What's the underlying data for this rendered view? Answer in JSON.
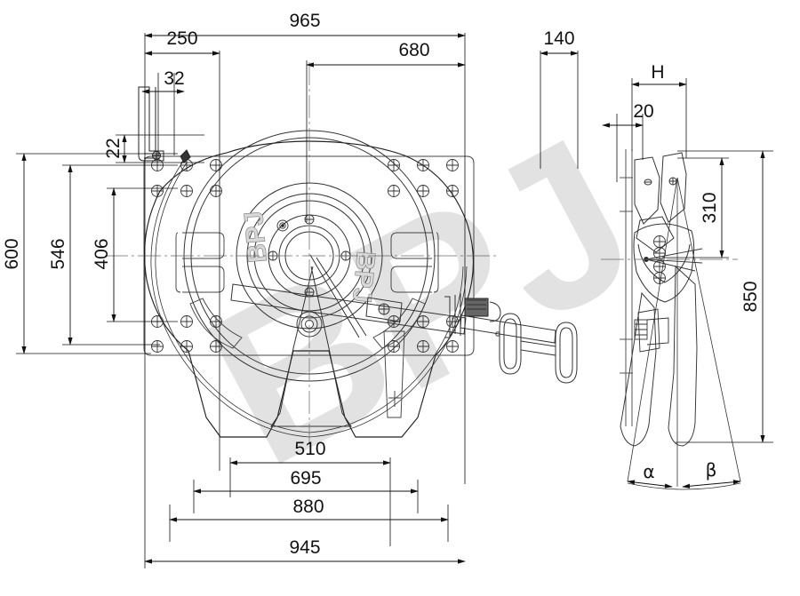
{
  "drawing": {
    "title": "Fifth wheel coupling assembly drawing",
    "watermark": "BPJ",
    "brand_emboss": "BPJ",
    "line_color": "#1a1a1a",
    "thin_line_color": "#555555",
    "watermark_color": "#e2e2e2",
    "background": "#ffffff"
  },
  "views": {
    "top": {
      "name": "top-view",
      "label": ""
    },
    "side": {
      "name": "side-view",
      "label": ""
    }
  },
  "dimensions": {
    "top_view_horizontal": [
      {
        "id": "d965",
        "value": "965"
      },
      {
        "id": "d250",
        "value": "250"
      },
      {
        "id": "d680",
        "value": "680"
      },
      {
        "id": "d140",
        "value": "140"
      },
      {
        "id": "d32",
        "value": "32"
      }
    ],
    "top_view_vertical": [
      {
        "id": "d600",
        "value": "600"
      },
      {
        "id": "d546",
        "value": "546"
      },
      {
        "id": "d406",
        "value": "406"
      },
      {
        "id": "d22",
        "value": "22"
      }
    ],
    "bottom_horizontal": [
      {
        "id": "d510",
        "value": "510"
      },
      {
        "id": "d695",
        "value": "695"
      },
      {
        "id": "d880",
        "value": "880"
      },
      {
        "id": "d945",
        "value": "945"
      }
    ],
    "side_view": [
      {
        "id": "dH",
        "value": "H"
      },
      {
        "id": "d20",
        "value": "20"
      },
      {
        "id": "d310",
        "value": "310"
      },
      {
        "id": "d850",
        "value": "850"
      }
    ],
    "angles": [
      {
        "id": "alpha",
        "value": "α"
      },
      {
        "id": "beta",
        "value": "β"
      }
    ]
  }
}
